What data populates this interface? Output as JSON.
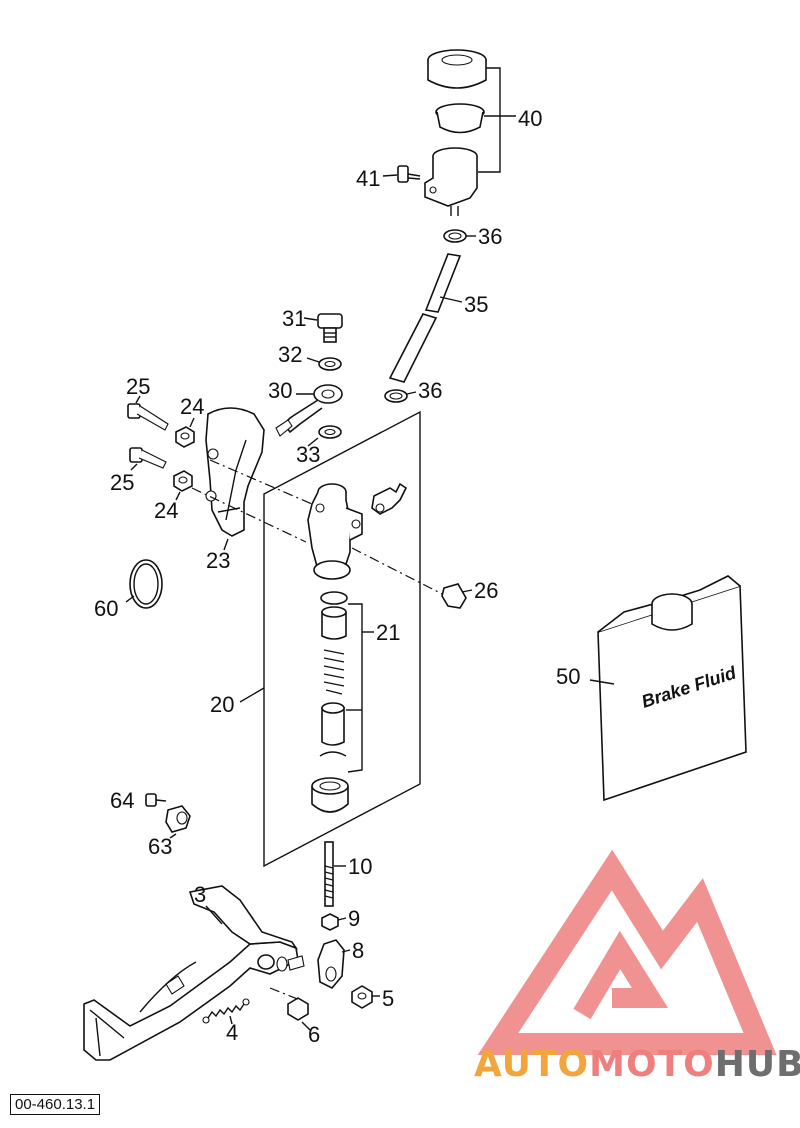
{
  "drawing_number": "00-460.13.1",
  "can_label": "Brake Fluid",
  "watermark": {
    "text_part1": "AUTO",
    "text_part2": "MOTO",
    "text_part3": "HUB",
    "color_orange": "#f2a53c",
    "color_red": "#ef7f7f",
    "color_gray": "#6e6e6e"
  },
  "labels": {
    "p3": "3",
    "p4": "4",
    "p5": "5",
    "p6": "6",
    "p8": "8",
    "p9": "9",
    "p10": "10",
    "p20": "20",
    "p21": "21",
    "p23": "23",
    "p24a": "24",
    "p24b": "24",
    "p25a": "25",
    "p25b": "25",
    "p26": "26",
    "p30": "30",
    "p31": "31",
    "p32": "32",
    "p33": "33",
    "p35": "35",
    "p36a": "36",
    "p36b": "36",
    "p40": "40",
    "p41": "41",
    "p50": "50",
    "p60": "60",
    "p63": "63",
    "p64": "64"
  }
}
